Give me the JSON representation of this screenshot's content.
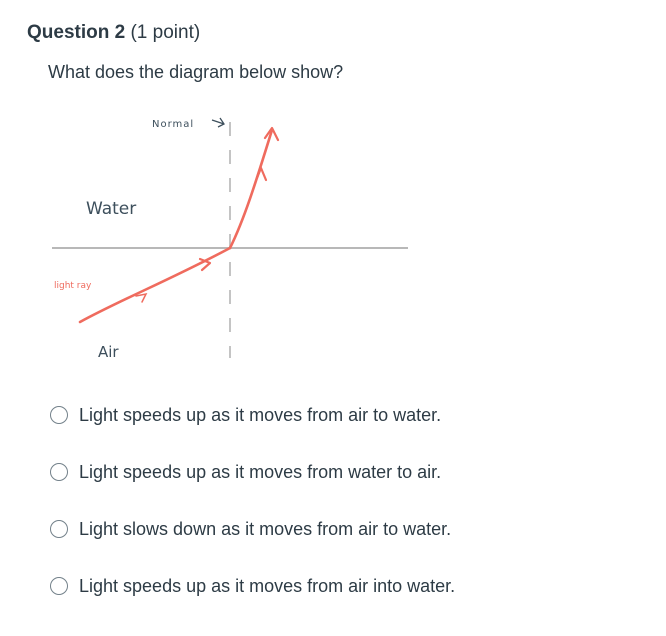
{
  "question": {
    "title": "Question 2",
    "points": "(1 point)",
    "prompt": "What does the diagram below show?"
  },
  "diagram": {
    "labels": {
      "normal": "Normal",
      "water": "Water",
      "light_ray": "light ray",
      "air": "Air"
    },
    "colors": {
      "ray": "#ef6b5e",
      "boundary": "#b8b8b8",
      "normal_line": "#c4c4c4",
      "text": "#3d4f5c"
    }
  },
  "answers": [
    {
      "label": "Light speeds up as it moves from air to water.",
      "selected": false
    },
    {
      "label": "Light speeds up as it moves from water to air.",
      "selected": false
    },
    {
      "label": "Light slows down as it moves from air to water.",
      "selected": false
    },
    {
      "label": "Light speeds up as it moves from air into water.",
      "selected": false
    }
  ]
}
